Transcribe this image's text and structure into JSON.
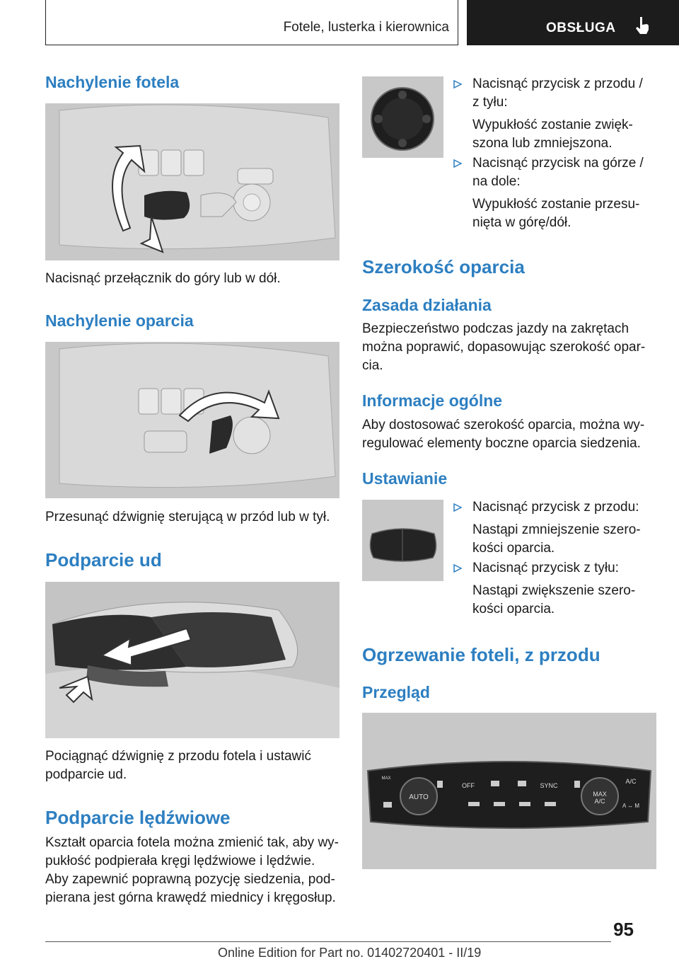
{
  "header": {
    "section_title": "Fotele, lusterka i kierownica",
    "chapter": "OBSŁUGA",
    "chapter_icon": "hand-pointer-icon"
  },
  "left": {
    "h_tilt": "Nachylenie fotela",
    "p_tilt": "Nacisnąć przełącznik do góry lub w dół.",
    "h_backrest": "Nachylenie oparcia",
    "p_backrest": "Przesunąć dźwignię sterującą w przód lub w tył.",
    "h_thigh": "Podparcie ud",
    "p_thigh_1": "Pociągnąć dźwignię z przodu fotela i ustawić",
    "p_thigh_2": "podparcie ud.",
    "h_lumbar": "Podparcie lędźwiowe",
    "p_lumbar": [
      "Kształt oparcia fotela można zmienić tak, aby wy-",
      "pukłość podpierała kręgi lędźwiowe i lędźwie.",
      "Aby zapewnić poprawną pozycję siedzenia, pod-",
      "pierana jest górna krawędź miednicy i kręgosłup."
    ]
  },
  "right": {
    "lumbar_items": [
      {
        "a": "Nacisnąć przycisk z przodu /",
        "b": "z tyłu:",
        "c": "Wypukłość zostanie zwięk-",
        "d": "szona lub zmniejszona."
      },
      {
        "a": "Nacisnąć przycisk na górze /",
        "b": "na dole:",
        "c": "Wypukłość zostanie przesu-",
        "d": "nięta w górę/dół."
      }
    ],
    "h_width": "Szerokość oparcia",
    "h_principle": "Zasada działania",
    "p_principle": [
      "Bezpieczeństwo podczas jazdy na zakrętach",
      "można poprawić, dopasowując szerokość opar-",
      "cia."
    ],
    "h_general": "Informacje ogólne",
    "p_general": [
      "Aby dostosować szerokość oparcia, można wy-",
      "regulować elementy boczne oparcia siedzenia."
    ],
    "h_setting": "Ustawianie",
    "width_items": [
      {
        "a": "Nacisnąć przycisk z przodu:",
        "c": "Nastąpi zmniejszenie szero-",
        "d": "kości oparcia."
      },
      {
        "a": "Nacisnąć przycisk z tyłu:",
        "c": "Nastąpi zwiększenie szero-",
        "d": "kości oparcia."
      }
    ],
    "h_heating": "Ogrzewanie foteli, z przodu",
    "h_overview": "Przegląd",
    "panel_labels": {
      "auto": "AUTO",
      "off": "OFF",
      "sync": "SYNC",
      "ac": "A/C",
      "max": "MAX",
      "max_ac": "A/C",
      "a_m": "A ↔ M",
      "max_left": "MAX"
    }
  },
  "footer": {
    "page_number": "95",
    "edition": "Online Edition for Part no. 01402720401 - II/19"
  }
}
